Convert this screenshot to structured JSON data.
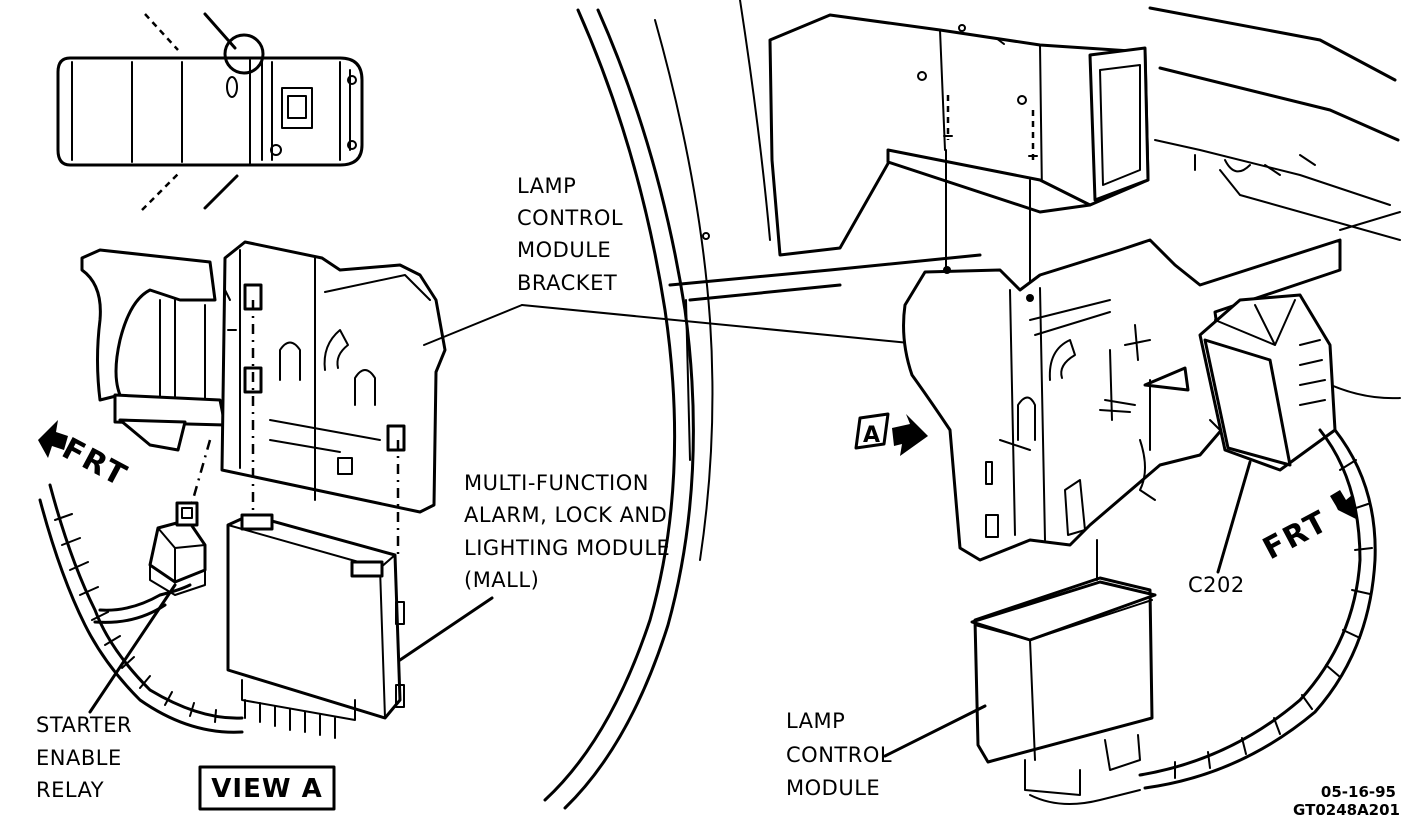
{
  "labels": {
    "lcm_bracket": [
      "LAMP",
      "CONTROL",
      "MODULE",
      "BRACKET"
    ],
    "mall": [
      "MULTI-FUNCTION",
      "ALARM, LOCK AND",
      "LIGHTING MODULE",
      "(MALL)"
    ],
    "starter_relay": [
      "STARTER",
      "ENABLE",
      "RELAY"
    ],
    "lamp_control_module": [
      "LAMP",
      "CONTROL",
      "MODULE"
    ],
    "connector": "C202",
    "view_title": "VIEW A",
    "view_marker": "A",
    "frt_left": "FRT",
    "frt_right": "FRT",
    "date_code": "05-16-95",
    "figure_code": "GT0248A201"
  }
}
